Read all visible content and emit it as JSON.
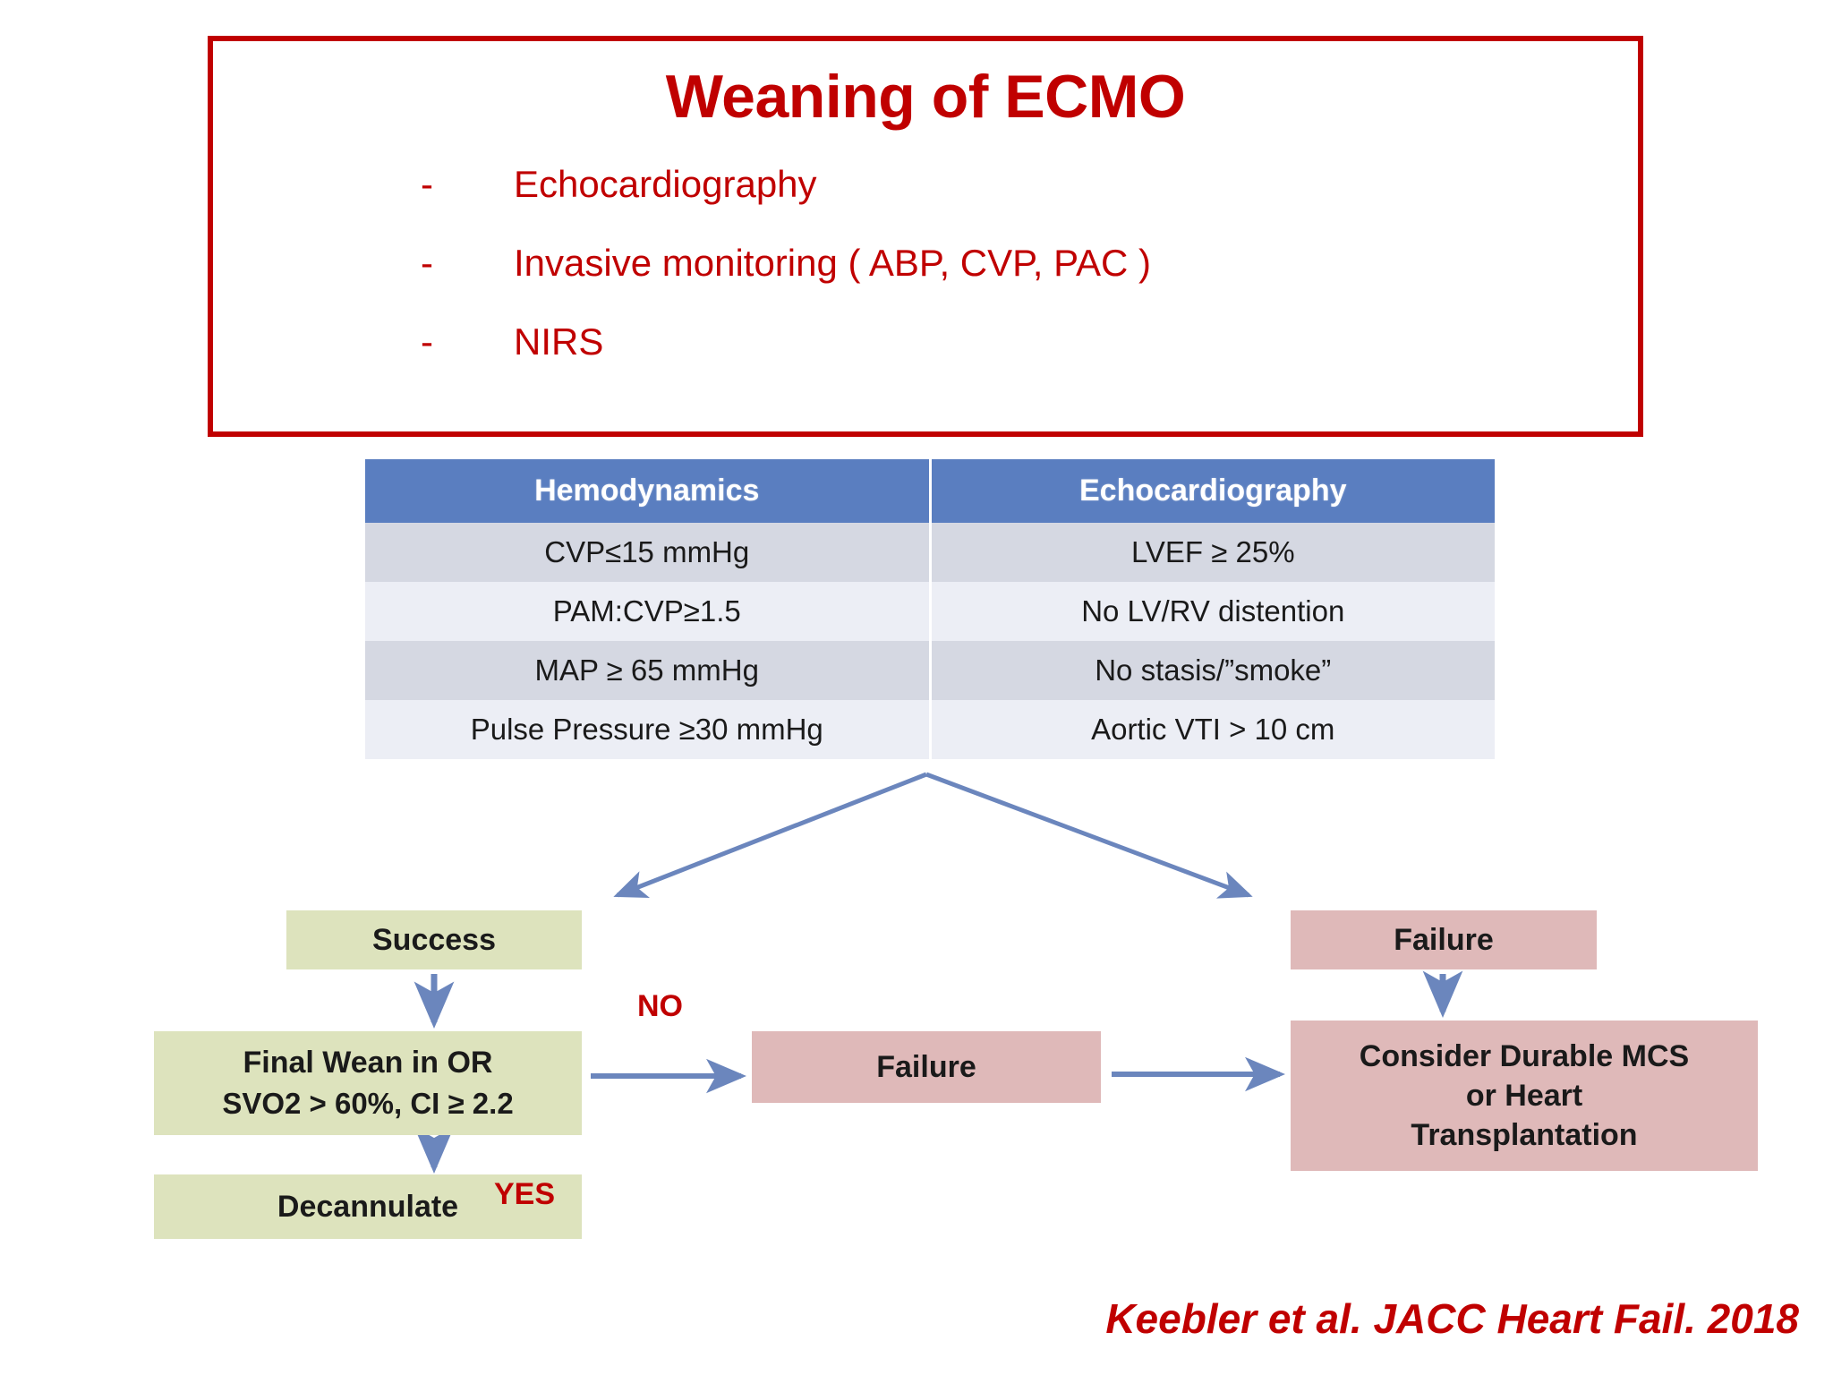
{
  "slide": {
    "title": "Weaning of ECMO",
    "bullet_marker": "-",
    "bullets": [
      "Echocardiography",
      "Invasive monitoring ( ABP, CVP, PAC )",
      "NIRS"
    ],
    "citation": "Keebler et al. JACC Heart Fail. 2018"
  },
  "colors": {
    "title_red": "#c00000",
    "border_red": "#c00000",
    "table_header_blue": "#5a7ec0",
    "row_dark": "#d5d8e2",
    "row_light": "#eceef5",
    "node_green": "#dde3bd",
    "node_pink": "#dfb9b9",
    "arrow_blue": "#6b86bd",
    "label_red": "#c00000"
  },
  "table": {
    "headers": [
      "Hemodynamics",
      "Echocardiography"
    ],
    "rows": [
      [
        "CVP≤15 mmHg",
        "LVEF ≥ 25%"
      ],
      [
        "PAM:CVP≥1.5",
        "No LV/RV distention"
      ],
      [
        "MAP ≥ 65 mmHg",
        "No stasis/”smoke”"
      ],
      [
        "Pulse Pressure ≥30 mmHg",
        "Aortic VTI > 10 cm"
      ]
    ]
  },
  "flowchart": {
    "type": "flow-diagram",
    "nodes": {
      "success": "Success",
      "final_wean_title": "Final Wean in OR",
      "final_wean_criteria": "SVO2 > 60%, CI ≥ 2.2",
      "decannulate": "Decannulate",
      "failure_mid": "Failure",
      "failure_top": "Failure",
      "mcs_line1": "Consider Durable MCS",
      "mcs_line2": "or Heart",
      "mcs_line3": "Transplantation"
    },
    "edge_labels": {
      "no": "NO",
      "yes": "YES"
    }
  }
}
